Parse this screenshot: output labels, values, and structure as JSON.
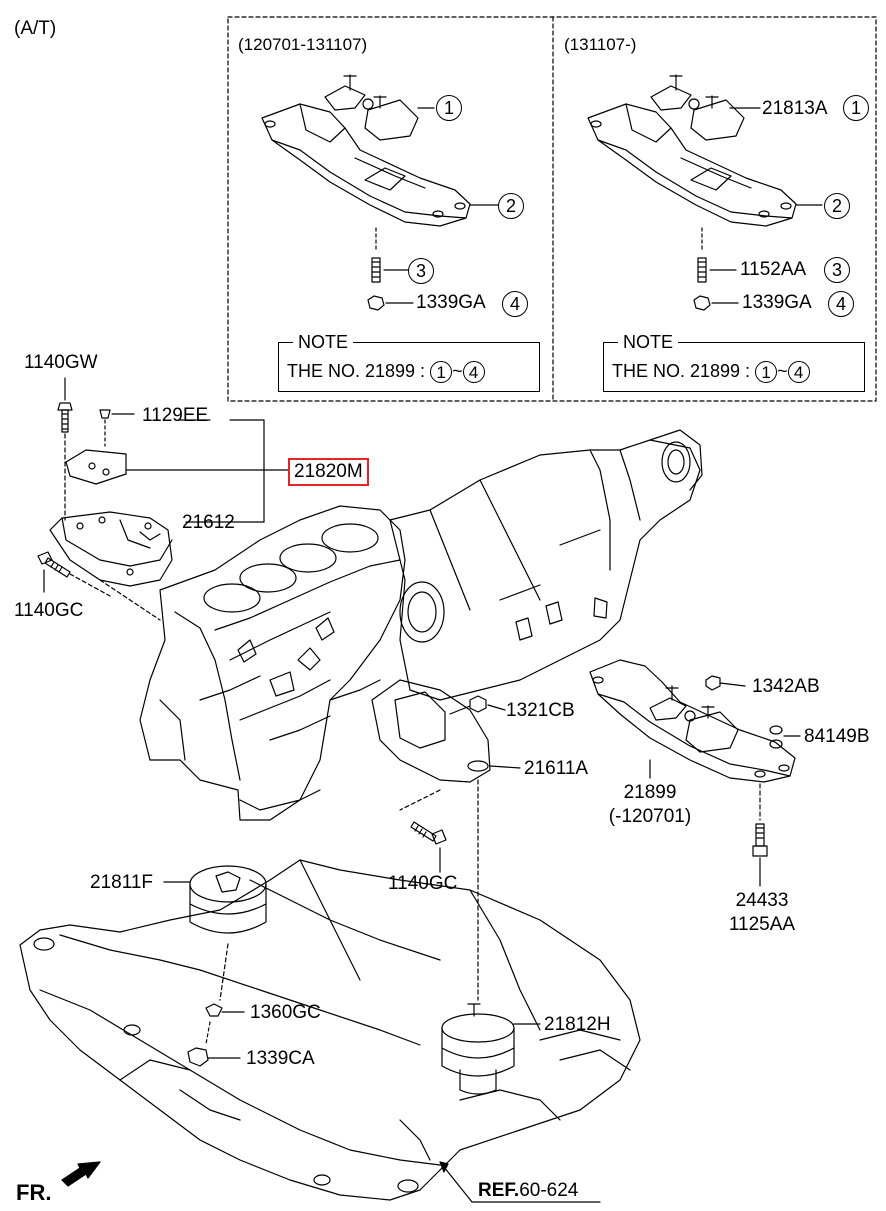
{
  "header": {
    "variant": "(A/T)"
  },
  "insets": [
    {
      "period": "(120701-131107)",
      "callouts": [
        {
          "num": "1",
          "code": ""
        },
        {
          "num": "2",
          "code": ""
        },
        {
          "num": "3",
          "code": ""
        },
        {
          "num": "4",
          "code": "1339GA"
        }
      ],
      "note": {
        "title": "NOTE",
        "text": "THE NO. 21899  :",
        "range_from": "1",
        "range_sep": "~",
        "range_to": "4"
      }
    },
    {
      "period": "(131107-)",
      "callouts": [
        {
          "num": "1",
          "code": "21813A"
        },
        {
          "num": "2",
          "code": ""
        },
        {
          "num": "3",
          "code": "1152AA"
        },
        {
          "num": "4",
          "code": "1339GA"
        }
      ],
      "note": {
        "title": "NOTE",
        "text": "THE NO. 21899  :",
        "range_from": "1",
        "range_sep": "~",
        "range_to": "4"
      }
    }
  ],
  "parts": {
    "p1140GW": "1140GW",
    "p1129EE": "1129EE",
    "p21820M": "21820M",
    "p21612": "21612",
    "p1140GC_left": "1140GC",
    "p1342AB": "1342AB",
    "p84149B": "84149B",
    "p1321CB": "1321CB",
    "p21611A": "21611A",
    "p21899": "21899",
    "p21899_range": "(-120701)",
    "p1140GC_mid": "1140GC",
    "p24433": "24433",
    "p1125AA": "1125AA",
    "p21811F": "21811F",
    "p1360GC": "1360GC",
    "p1339CA": "1339CA",
    "p21812H": "21812H"
  },
  "footer": {
    "direction": "FR.",
    "ref_prefix": "REF.",
    "ref_code": "60-624"
  },
  "colors": {
    "highlight_border": "#e0262b",
    "line": "#000000",
    "background": "#ffffff"
  }
}
